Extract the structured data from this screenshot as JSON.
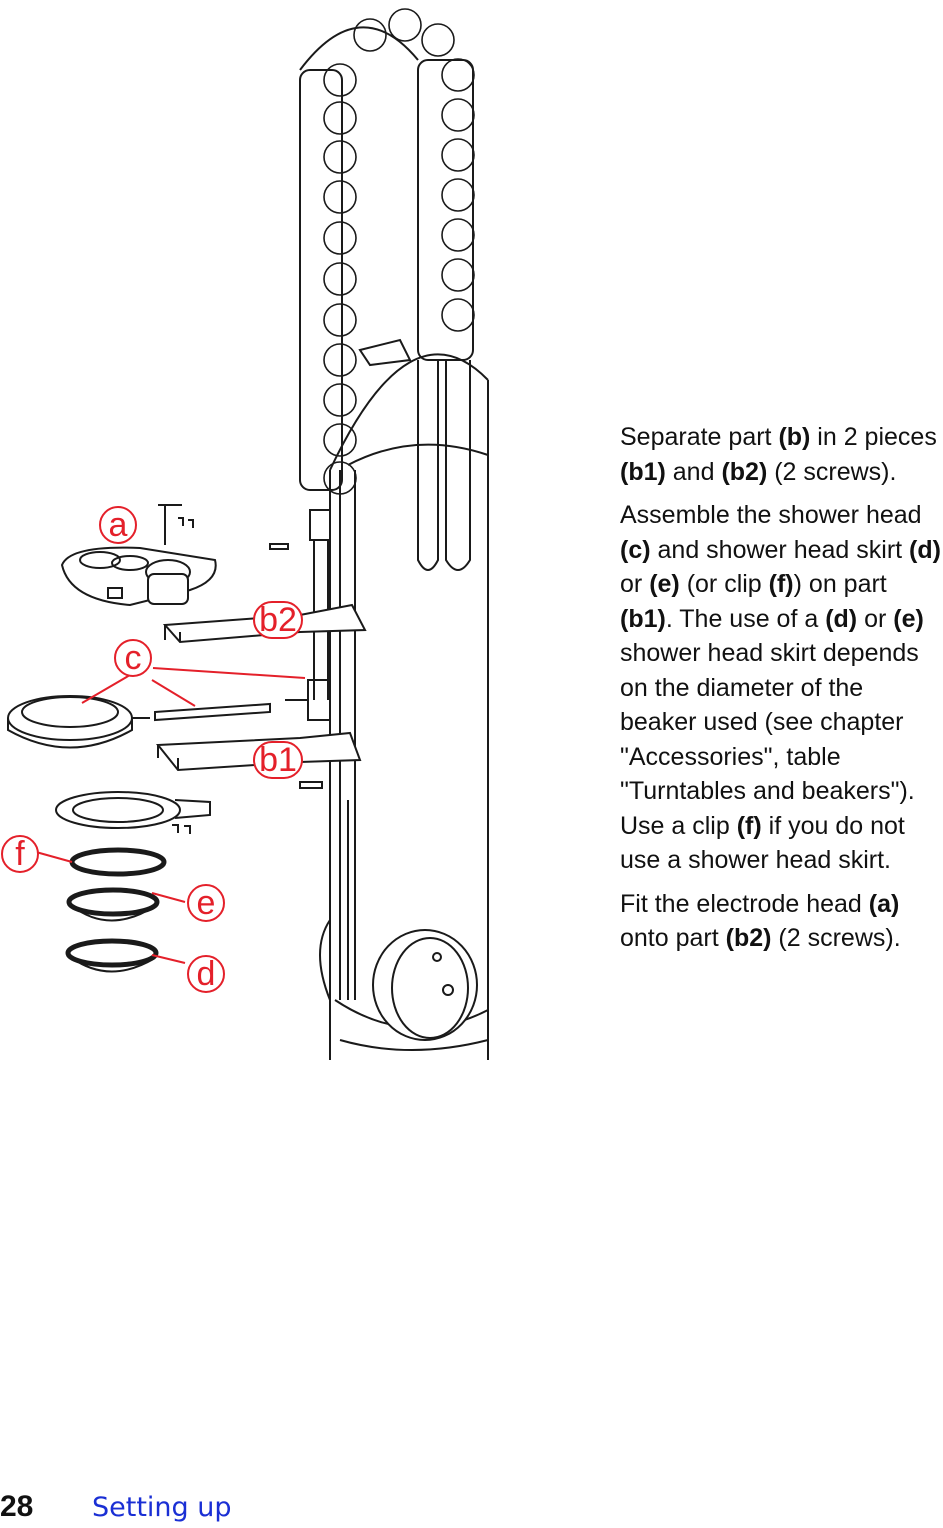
{
  "figure": {
    "callouts": {
      "a": "a",
      "b2": "b2",
      "c": "c",
      "b1": "b1",
      "f": "f",
      "e": "e",
      "d": "d"
    },
    "callout_color": "#e4202a"
  },
  "instructions": {
    "p1": {
      "t1": "Separate part ",
      "b1": "(b)",
      "t2": " in 2 pieces ",
      "b2": "(b1)",
      "t3": " and ",
      "b3": "(b2)",
      "t4": " (2 screws)."
    },
    "p2": {
      "t1": "Assemble the shower head ",
      "b1": "(c)",
      "t2": " and shower head skirt ",
      "b2": "(d)",
      "t3": " or ",
      "b3": "(e)",
      "t4": " (or clip ",
      "b4": "(f)",
      "t5": ") on part ",
      "b5": "(b1)",
      "t6": ". The use of a ",
      "b6": "(d)",
      "t7": " or ",
      "b7": "(e)",
      "t8": " shower head skirt depends on the diameter of the beaker used (see chapter \"Accessories\", table \"Turntables and beakers\"). Use a clip ",
      "b8": "(f)",
      "t9": " if you do not use a shower head skirt."
    },
    "p3": {
      "t1": "Fit the electrode head ",
      "b1": "(a)",
      "t2": " onto part ",
      "b2": "(b2)",
      "t3": " (2 screws)."
    }
  },
  "footer": {
    "page_number": "28",
    "section": "Setting up",
    "section_color": "#1a2fd4"
  }
}
